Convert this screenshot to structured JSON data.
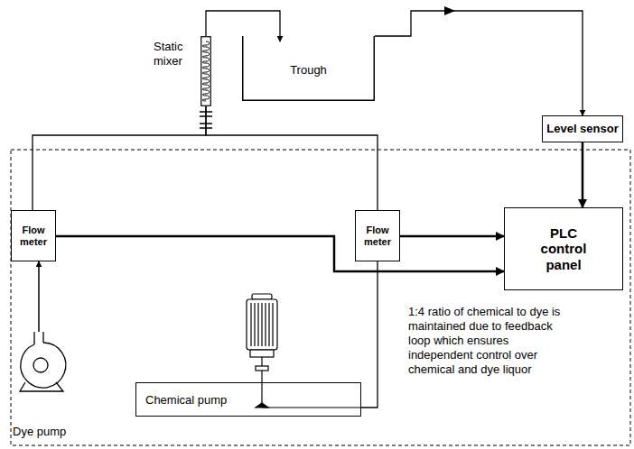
{
  "diagram": {
    "nodes": [
      {
        "text": [
          "Static mixer"
        ]
      },
      {
        "text": [
          "Trough"
        ]
      },
      {
        "text": [
          "Level sensor"
        ]
      },
      {
        "text": [
          "PLC control panel"
        ]
      },
      {
        "text": [
          "Flow meter"
        ]
      },
      {
        "text": [
          "Flow meter"
        ]
      },
      {
        "text": [
          "Dye pump"
        ]
      },
      {
        "text": [
          "Chemical pump"
        ]
      }
    ],
    "edges": [
      {
        "from": 6,
        "to": 4,
        "arrow": "to"
      },
      {
        "from": 7,
        "to": 5,
        "arrow": "none"
      },
      {
        "from": 4,
        "to": 0,
        "arrow": "none"
      },
      {
        "from": 5,
        "to": 0,
        "arrow": "none"
      },
      {
        "from": 0,
        "to": 1,
        "arrow": "to"
      },
      {
        "from": 1,
        "to": 2,
        "arrow": "to"
      },
      {
        "from": 2,
        "to": 3,
        "arrow": "to"
      },
      {
        "from": 4,
        "to": 3,
        "arrow": "to"
      },
      {
        "from": 5,
        "to": 3,
        "arrow": "to"
      }
    ],
    "labels": [
      "1:4 ratio of chemical to dye is maintained due to feedback loop which ensures independent control over chemical and dye liquor"
    ]
  }
}
